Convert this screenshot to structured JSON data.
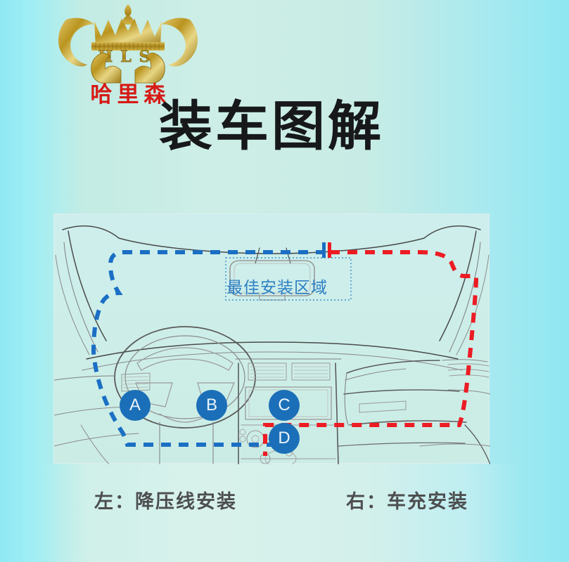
{
  "header": {
    "brand_initials": "HLS",
    "brand_name_cn": "哈里森",
    "title": "装车图解"
  },
  "diagram": {
    "zone_label": "最佳安装区域",
    "badges": [
      {
        "id": "A",
        "label": "A"
      },
      {
        "id": "B",
        "label": "B"
      },
      {
        "id": "C",
        "label": "C"
      },
      {
        "id": "D",
        "label": "D"
      }
    ],
    "routes": [
      {
        "name": "step-down-cable-route",
        "side": "left",
        "color": "#1b6fc4",
        "style": "dashed"
      },
      {
        "name": "car-charger-route",
        "side": "right",
        "color": "#ed1c24",
        "style": "dashed"
      }
    ]
  },
  "captions": {
    "left": "左：降压线安装",
    "right": "右：车充安装"
  },
  "colors": {
    "page_background": "#c9ece6",
    "page_edge": "#8fe8f2",
    "panel_background": "#cdeee8",
    "badge_blue": "#1b6fb8",
    "route_blue": "#1b6fc4",
    "route_red": "#ed1c24",
    "zone_blue": "#2d7fc4",
    "brand_red": "#d71a15",
    "logo_gold": "#b99324",
    "title_black": "#17181a"
  }
}
